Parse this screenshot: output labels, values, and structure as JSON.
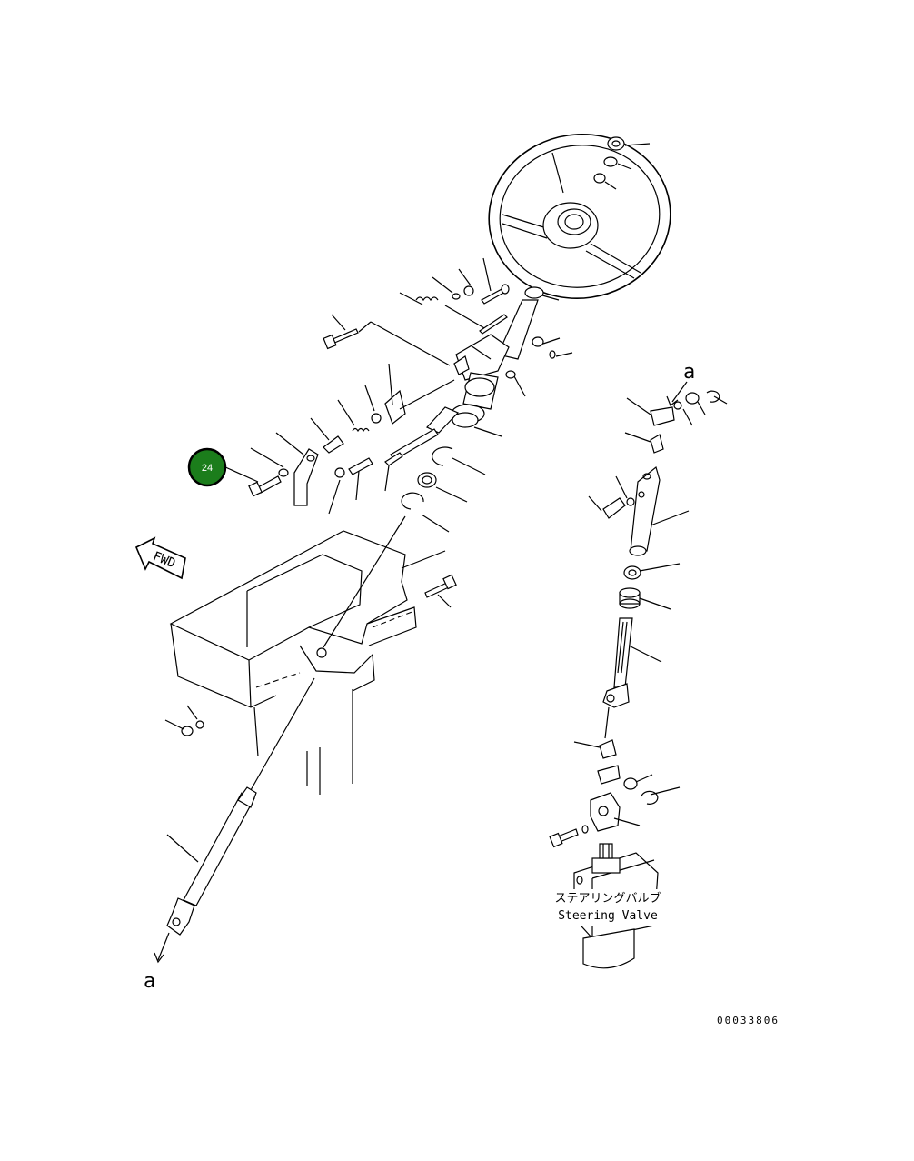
{
  "callout": {
    "number": "24",
    "color": "#1b7d1b"
  },
  "labels": {
    "fwd": "FWD",
    "ref_a_top": "a",
    "ref_a_bottom": "a",
    "valve_jp": "ステアリングバルブ",
    "valve_en": "Steering Valve",
    "drawing_number": "00033806"
  }
}
